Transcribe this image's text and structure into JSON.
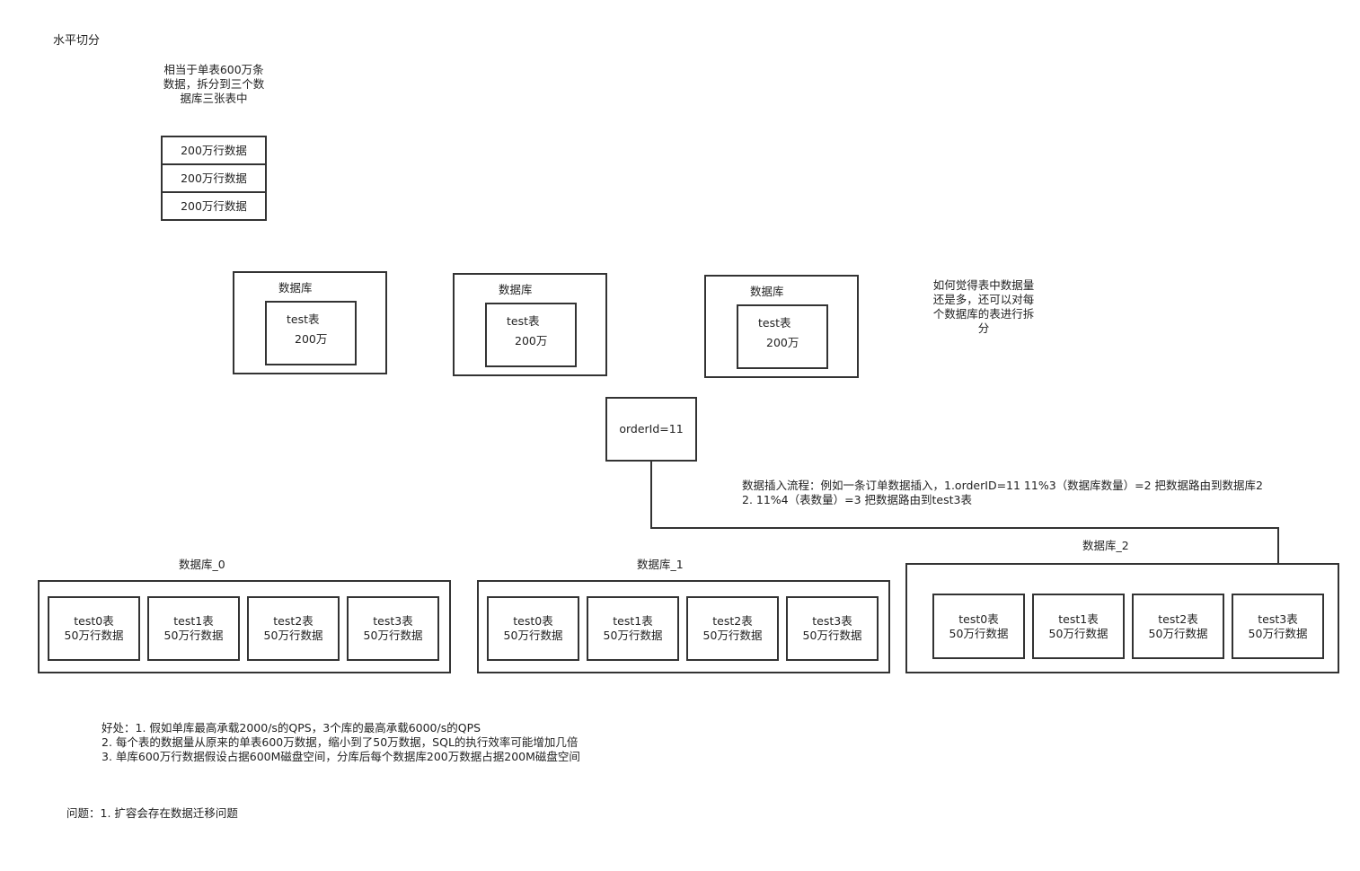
{
  "title": "水平切分",
  "note_top": "相当于单表600万条\n数据，拆分到三个数\n据库三张表中",
  "rows": [
    "200万行数据",
    "200万行数据",
    "200万行数据"
  ],
  "databases": [
    {
      "label": "数据库",
      "table": "test表",
      "count": "200万"
    },
    {
      "label": "数据库",
      "table": "test表",
      "count": "200万"
    },
    {
      "label": "数据库",
      "table": "test表",
      "count": "200万"
    }
  ],
  "note_right": "如何觉得表中数据量\n还是多，还可以对每\n个数据库的表进行拆\n分",
  "order_box": "orderId=11",
  "insert_flow": "数据插入流程：例如一条订单数据插入，1.orderID=11   11%3（数据库数量）=2 把数据路由到数据库2\n2. 11%4（表数量）=3  把数据路由到test3表",
  "shard_dbs": [
    {
      "label": "数据库_0",
      "tables": [
        {
          "name": "test0表",
          "rows": "50万行数据"
        },
        {
          "name": "test1表",
          "rows": "50万行数据"
        },
        {
          "name": "test2表",
          "rows": "50万行数据"
        },
        {
          "name": "test3表",
          "rows": "50万行数据"
        }
      ]
    },
    {
      "label": "数据库_1",
      "tables": [
        {
          "name": "test0表",
          "rows": "50万行数据"
        },
        {
          "name": "test1表",
          "rows": "50万行数据"
        },
        {
          "name": "test2表",
          "rows": "50万行数据"
        },
        {
          "name": "test3表",
          "rows": "50万行数据"
        }
      ]
    },
    {
      "label": "数据库_2",
      "tables": [
        {
          "name": "test0表",
          "rows": "50万行数据"
        },
        {
          "name": "test1表",
          "rows": "50万行数据"
        },
        {
          "name": "test2表",
          "rows": "50万行数据"
        },
        {
          "name": "test3表",
          "rows": "50万行数据"
        }
      ]
    }
  ],
  "benefits": "好处：1. 假如单库最高承载2000/s的QPS，3个库的最高承载6000/s的QPS\n2. 每个表的数据量从原来的单表600万数据，缩小到了50万数据，SQL的执行效率可能增加几倍\n3. 单库600万行数据假设占据600M磁盘空间，分库后每个数据库200万数据占据200M磁盘空间",
  "problems": "问题：1. 扩容会存在数据迁移问题"
}
